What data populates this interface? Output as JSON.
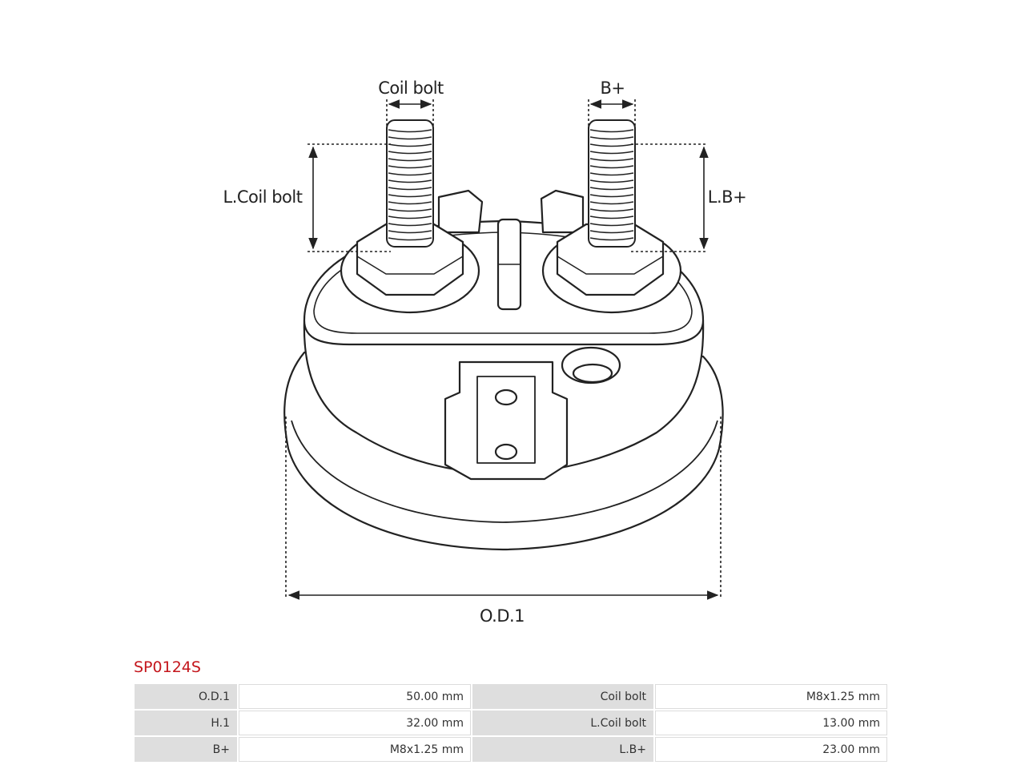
{
  "diagram": {
    "labels": {
      "coil_bolt": "Coil bolt",
      "b_plus": "B+",
      "l_coil_bolt": "L.Coil bolt",
      "l_b_plus": "L.B+",
      "od1": "O.D.1"
    }
  },
  "product": {
    "code": "SP0124S"
  },
  "specs": [
    [
      {
        "key": "O.D.1",
        "value": "50.00 mm"
      },
      {
        "key": "Coil bolt",
        "value": "M8x1.25 mm"
      }
    ],
    [
      {
        "key": "H.1",
        "value": "32.00 mm"
      },
      {
        "key": "L.Coil bolt",
        "value": "13.00 mm"
      }
    ],
    [
      {
        "key": "B+",
        "value": "M8x1.25 mm"
      },
      {
        "key": "L.B+",
        "value": "23.00 mm"
      }
    ]
  ]
}
